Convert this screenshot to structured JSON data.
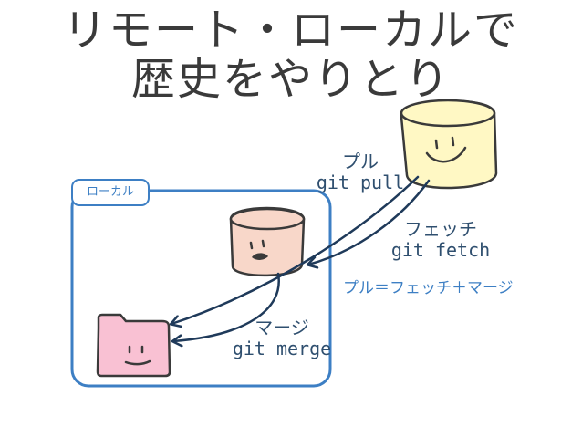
{
  "slide": {
    "title_line1": "リモート・ローカルで",
    "title_line2": "歴史をやりとり"
  },
  "diagram": {
    "local_label": "ローカル",
    "pull": {
      "label": "プル",
      "command": "git pull"
    },
    "fetch": {
      "label": "フェッチ",
      "command": "git fetch"
    },
    "merge": {
      "label": "マージ",
      "command": "git merge"
    },
    "formula": "プル＝フェッチ＋マージ"
  },
  "colors": {
    "remote_repo_fill": "#fff8c4",
    "local_repo_fill": "#f8d7c9",
    "working_folder_fill": "#f9c1d3",
    "local_box_border": "#3d7fc4",
    "arrow": "#1f3a5a"
  }
}
